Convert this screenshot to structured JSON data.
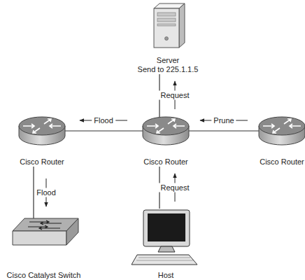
{
  "diagram": {
    "nodes": [
      {
        "text": [
          "Server",
          "Send to 225.1.1.5"
        ]
      },
      {
        "text": [
          "Cisco Router"
        ]
      },
      {
        "text": [
          "Cisco Router"
        ]
      },
      {
        "text": [
          "Cisco Router"
        ]
      },
      {
        "text": [
          "Cisco Catalyst Switch"
        ]
      },
      {
        "text": [
          "Host"
        ]
      }
    ],
    "edges": [
      {
        "from": 2,
        "to": 0,
        "arrow": "to",
        "label": "Request"
      },
      {
        "from": 2,
        "to": 1,
        "arrow": "to",
        "label": "Flood"
      },
      {
        "from": 3,
        "to": 2,
        "arrow": "to",
        "label": "Prune"
      },
      {
        "from": 1,
        "to": 4,
        "arrow": "to",
        "label": "Flood"
      },
      {
        "from": 5,
        "to": 2,
        "arrow": "to",
        "label": "Request"
      }
    ]
  }
}
